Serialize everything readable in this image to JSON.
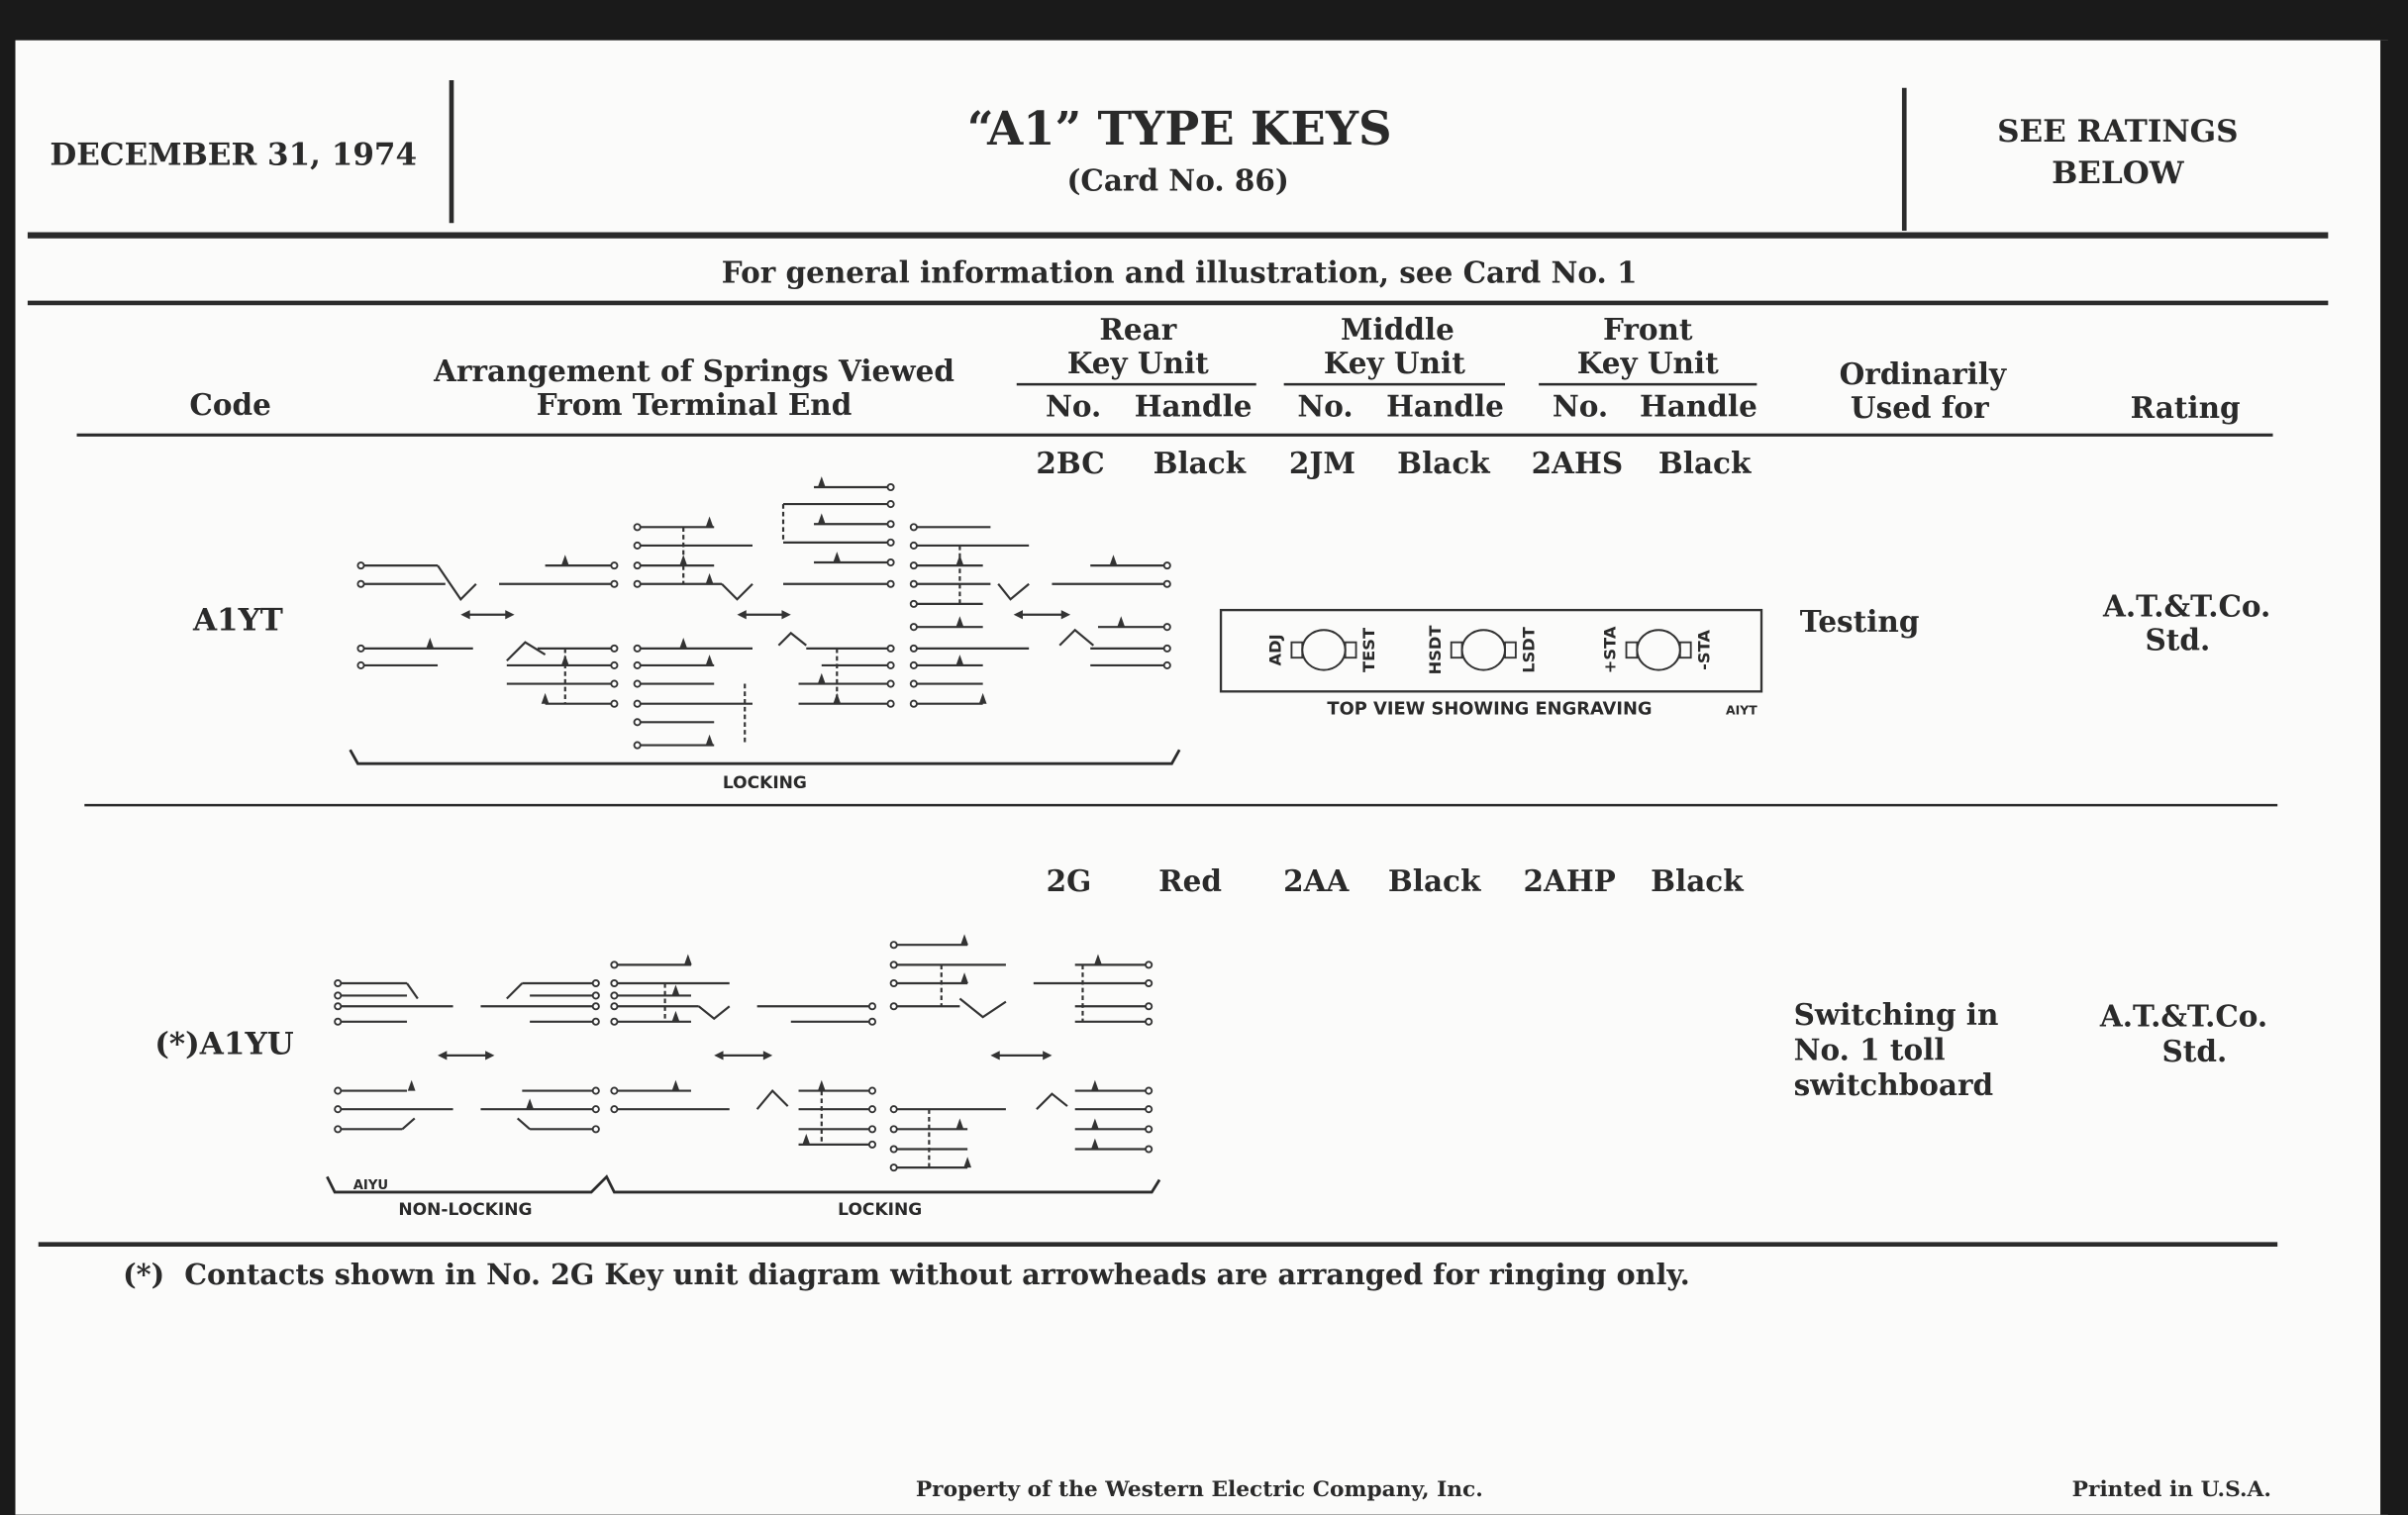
{
  "header": {
    "date": "DECEMBER 31, 1974",
    "title": "“A1” TYPE KEYS",
    "card_no": "(Card No. 86)",
    "ratings_line1": "SEE RATINGS",
    "ratings_line2": "BELOW"
  },
  "general_info": "For general information and illustration, see Card No. 1",
  "columns": {
    "code": "Code",
    "arrangement_line1": "Arrangement of Springs Viewed",
    "arrangement_line2": "From Terminal End",
    "rear": [
      "Rear",
      "Key Unit"
    ],
    "middle": [
      "Middle",
      "Key Unit"
    ],
    "front": [
      "Front",
      "Key Unit"
    ],
    "no": "No.",
    "handle": "Handle",
    "used_for": [
      "Ordinarily",
      "Used for"
    ],
    "rating": "Rating"
  },
  "rows": [
    {
      "code": "A1YT",
      "rear_no": "2BC",
      "rear_handle": "Black",
      "middle_no": "2JM",
      "middle_handle": "Black",
      "front_no": "2AHS",
      "front_handle": "Black",
      "used_for": [
        "Testing"
      ],
      "rating": [
        "A.T.&T.Co.",
        "Std."
      ],
      "diagram_labels": {
        "locking": "LOCKING"
      },
      "engraving": {
        "labels": [
          "ADJ",
          "TEST",
          "HSDT",
          "LSDT",
          "+STA",
          "-STA"
        ],
        "caption": "TOP VIEW SHOWING ENGRAVING",
        "tag": "AIYT"
      }
    },
    {
      "code": "(*)A1YU",
      "rear_no": "2G",
      "rear_handle": "Red",
      "middle_no": "2AA",
      "middle_handle": "Black",
      "front_no": "2AHP",
      "front_handle": "Black",
      "used_for": [
        "Switching in",
        "No. 1 toll",
        "switchboard"
      ],
      "rating": [
        "A.T.&T.Co.",
        "Std."
      ],
      "diagram_labels": {
        "tag": "AIYU",
        "non_locking": "NON-LOCKING",
        "locking": "LOCKING"
      }
    }
  ],
  "footnote": "(*)  Contacts shown in No. 2G Key unit diagram without arrowheads are arranged for ringing only.",
  "footer": {
    "property": "Property of the Western Electric Company, Inc.",
    "printed": "Printed in U.S.A."
  }
}
